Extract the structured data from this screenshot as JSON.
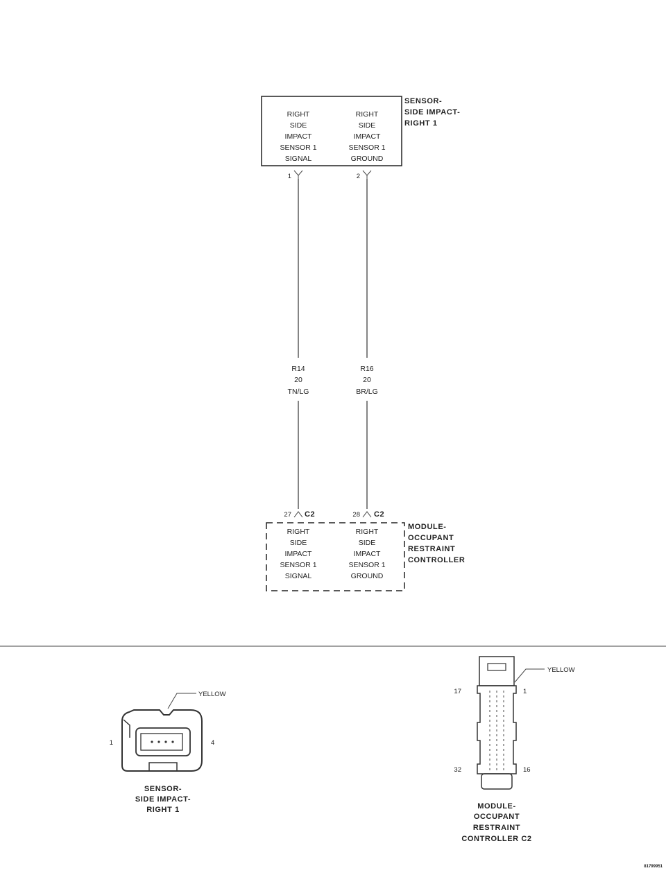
{
  "sensor_box": {
    "title": [
      "SENSOR-",
      "SIDE IMPACT-",
      "RIGHT 1"
    ],
    "col1": [
      "RIGHT",
      "SIDE",
      "IMPACT",
      "SENSOR 1",
      "SIGNAL"
    ],
    "col2": [
      "RIGHT",
      "SIDE",
      "IMPACT",
      "SENSOR 1",
      "GROUND"
    ],
    "pin1": "1",
    "pin2": "2"
  },
  "wires": {
    "w1": [
      "R14",
      "20",
      "TN/LG"
    ],
    "w2": [
      "R16",
      "20",
      "BR/LG"
    ]
  },
  "module_box": {
    "title": [
      "MODULE-",
      "OCCUPANT",
      "RESTRAINT",
      "CONTROLLER"
    ],
    "col1": [
      "RIGHT",
      "SIDE",
      "IMPACT",
      "SENSOR 1",
      "SIGNAL"
    ],
    "col2": [
      "RIGHT",
      "SIDE",
      "IMPACT",
      "SENSOR 1",
      "GROUND"
    ],
    "pin1": "27",
    "pin2": "28",
    "connector": "C2"
  },
  "sensor_connector": {
    "color_label": "YELLOW",
    "pin_left": "1",
    "pin_right": "4",
    "caption": [
      "SENSOR-",
      "SIDE IMPACT-",
      "RIGHT 1"
    ]
  },
  "module_connector": {
    "color_label": "YELLOW",
    "pin_top_left": "17",
    "pin_top_right": "1",
    "pin_bottom_left": "32",
    "pin_bottom_right": "16",
    "caption": [
      "MODULE-",
      "OCCUPANT",
      "RESTRAINT",
      "CONTROLLER C2"
    ]
  },
  "figure_id": "81799951"
}
